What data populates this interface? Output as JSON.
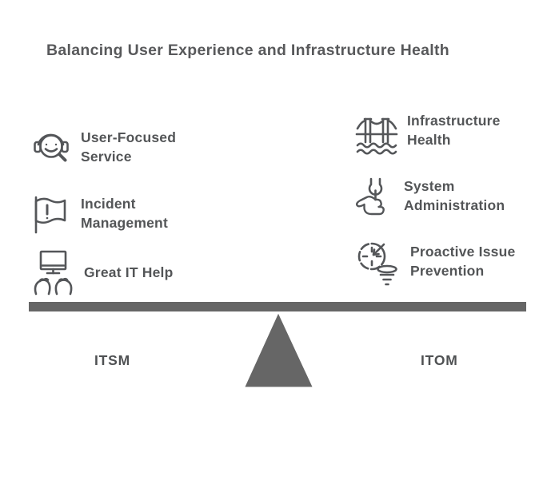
{
  "title": "Balancing User Experience and Infrastructure Health",
  "colors": {
    "background": "#ffffff",
    "ink": "#545659",
    "title_ink": "#58595b",
    "beam_fill": "#666666",
    "triangle_fill": "#666666",
    "outline": "#ffffff"
  },
  "columns": {
    "left": {
      "items": [
        {
          "icon": "headset-search-icon",
          "label": "User-Focused Service"
        },
        {
          "icon": "incident-flag-icon",
          "label": "Incident Management"
        },
        {
          "icon": "monitor-hands-icon",
          "label": "Great IT Help"
        }
      ]
    },
    "right": {
      "items": [
        {
          "icon": "bridge-icon",
          "label": "Infrastructure Health"
        },
        {
          "icon": "wrench-hand-icon",
          "label": "System Administration"
        },
        {
          "icon": "target-funnel-icon",
          "label": "Proactive Issue Prevention"
        }
      ]
    }
  },
  "seesaw": {
    "left_label": "ITSM",
    "right_label": "ITOM"
  }
}
